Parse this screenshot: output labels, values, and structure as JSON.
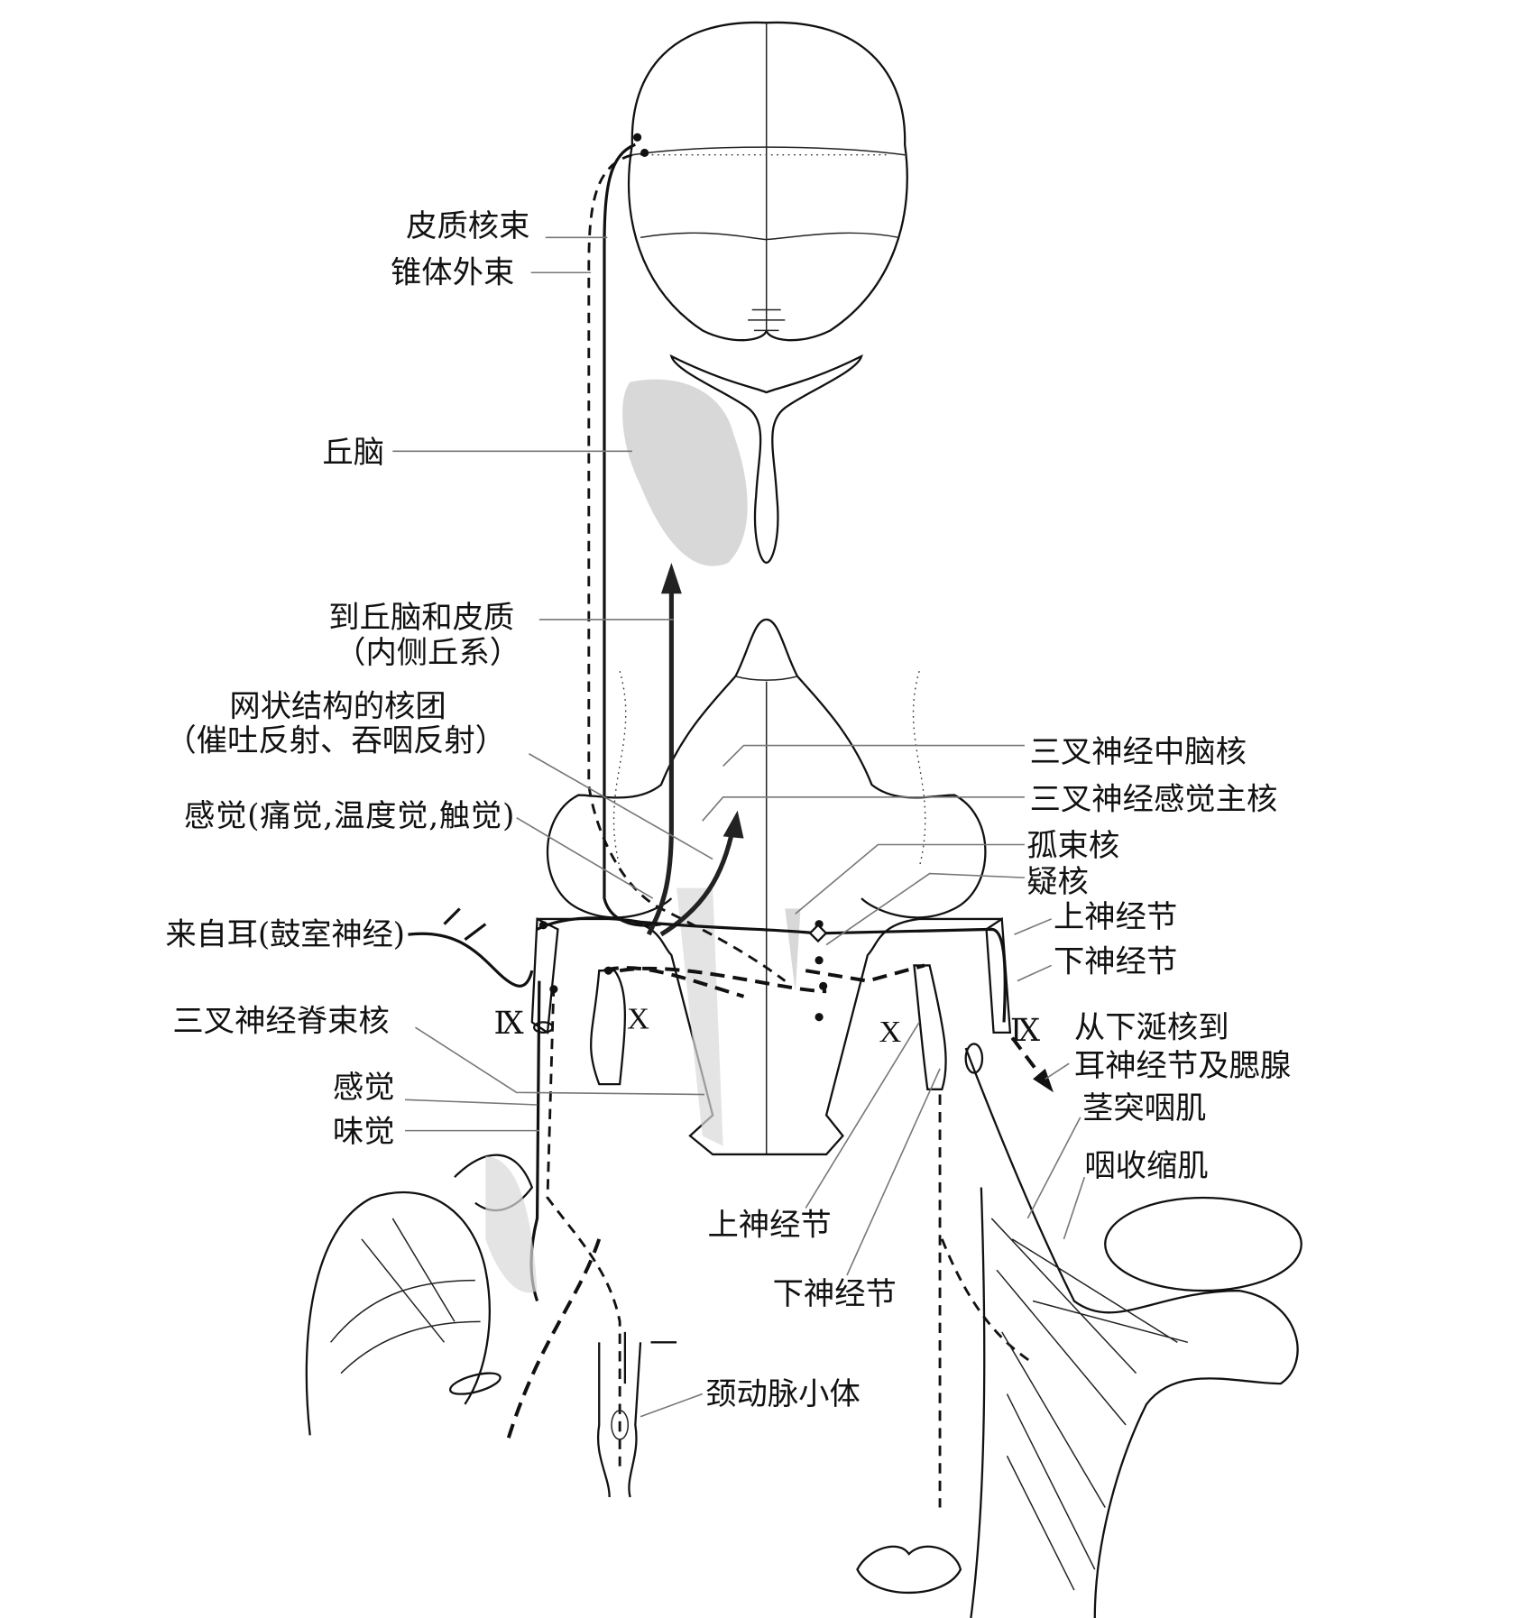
{
  "labels_left": {
    "corticonuclear_tract": "皮质核束",
    "extrapyramidal_tract": "锥体外束",
    "thalamus": "丘脑",
    "to_thalamus_cortex": "到丘脑和皮质",
    "medial_lemniscus": "（内侧丘系）",
    "reticular_nuclei": "网状结构的核团",
    "reflexes": "（催吐反射、吞咽反射）",
    "sensation_pain": "感觉(痛觉,温度觉,触觉)",
    "from_ear": "来自耳(鼓室神经)",
    "spinal_trigeminal_nucleus": "三叉神经脊束核",
    "sensation": "感觉",
    "taste": "味觉"
  },
  "labels_right": {
    "mesencephalic_trigeminal_nucleus": "三叉神经中脑核",
    "principal_sensory_trigeminal_nucleus": "三叉神经感觉主核",
    "solitary_nucleus": "孤束核",
    "nucleus_ambiguus": "疑核",
    "superior_ganglion": "上神经节",
    "inferior_ganglion": "下神经节",
    "from_inferior_salivatory_1": "从下涎核到",
    "from_inferior_salivatory_2": "耳神经节及腮腺",
    "stylopharyngeus": "茎突咽肌",
    "pharyngeal_constrictor": "咽收缩肌"
  },
  "labels_bottom": {
    "superior_ganglion": "上神经节",
    "inferior_ganglion": "下神经节",
    "carotid_body": "颈动脉小体"
  },
  "nerve_numerals": {
    "ix_left": "Ⅸ",
    "x_left": "X",
    "x_right": "X",
    "ix_right": "Ⅸ"
  }
}
